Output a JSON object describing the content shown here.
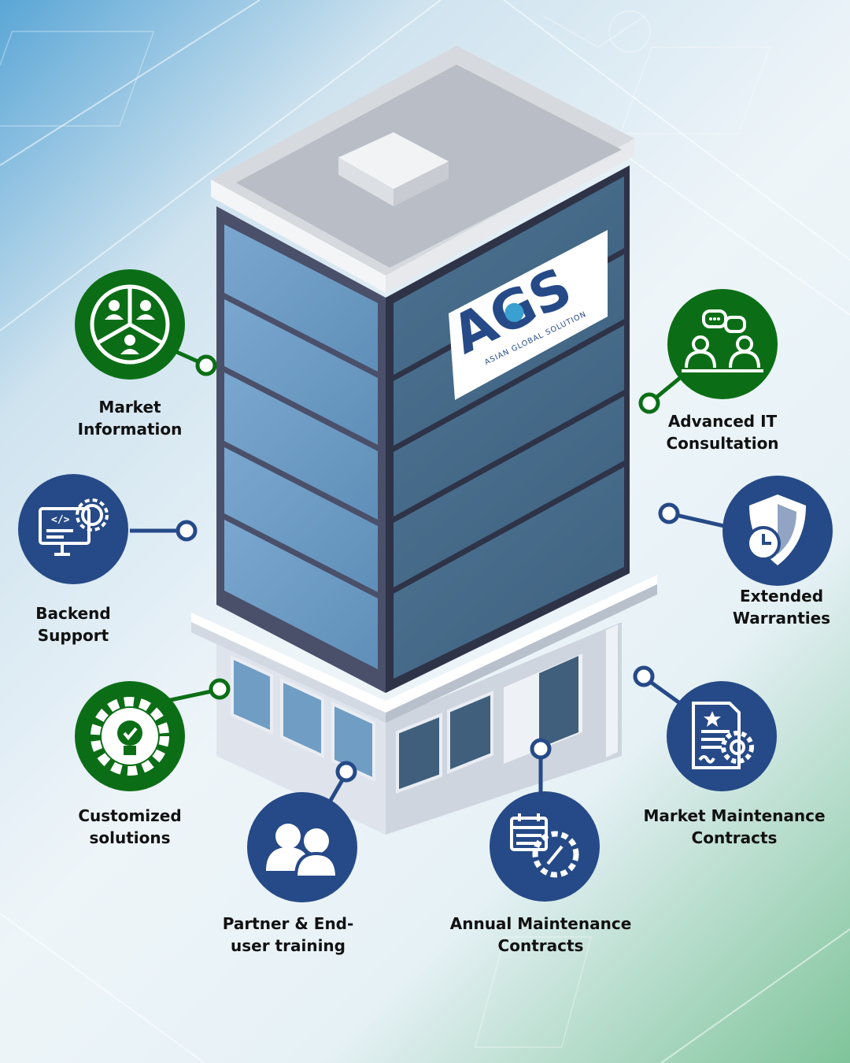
{
  "logo": {
    "letters": "AGS",
    "tagline": "ASIAN GLOBAL SOLUTION"
  },
  "colors": {
    "green": "#0b6e16",
    "blue": "#264a87",
    "glass_front": "#6f9dc4",
    "glass_side": "#4b6f8f",
    "frame": "#4a4f6a"
  },
  "services": [
    {
      "id": "market-information",
      "label": "Market\nInformation",
      "color": "green",
      "icon": "people-pie-icon"
    },
    {
      "id": "advanced-it-consultation",
      "label": "Advanced IT\nConsultation",
      "color": "green",
      "icon": "meeting-chat-icon"
    },
    {
      "id": "backend-support",
      "label": "Backend\nSupport",
      "color": "blue",
      "icon": "code-monitor-gear-icon"
    },
    {
      "id": "extended-warranties",
      "label": "Extended\nWarranties",
      "color": "blue",
      "icon": "shield-clock-icon"
    },
    {
      "id": "customized-solutions",
      "label": "Customized\nsolutions",
      "color": "green",
      "icon": "gear-bulb-icon"
    },
    {
      "id": "market-maintenance-contracts",
      "label": "Market Maintenance\nContracts",
      "color": "blue",
      "icon": "contract-gear-icon"
    },
    {
      "id": "partner-training",
      "label": "Partner & End-\nuser training",
      "color": "blue",
      "icon": "two-users-icon"
    },
    {
      "id": "annual-maintenance-contracts",
      "label": "Annual Maintenance\nContracts",
      "color": "blue",
      "icon": "calendar-wrench-gear-icon"
    }
  ]
}
